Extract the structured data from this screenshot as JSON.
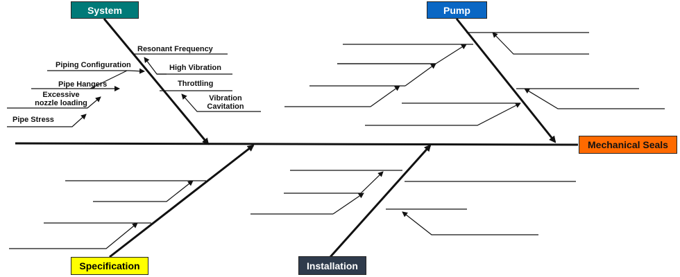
{
  "effect": {
    "label": "Mechanical Seals",
    "color": "#ff6a00"
  },
  "categories": {
    "system": {
      "label": "System",
      "color": "#007a78",
      "text_color": "#ffffff"
    },
    "pump": {
      "label": "Pump",
      "color": "#0a67c4",
      "text_color": "#ffffff"
    },
    "specification": {
      "label": "Specification",
      "color": "#ffff00",
      "text_color": "#000000"
    },
    "installation": {
      "label": "Installation",
      "color": "#2f3b4c",
      "text_color": "#ffffff"
    }
  },
  "causes": {
    "system": {
      "resonant_frequency": "Resonant Frequency",
      "high_vibration": "High Vibration",
      "piping_configuration": "Piping Configuration",
      "throttling": "Throttling",
      "pipe_hangers": "Pipe Hangers",
      "excessive_nozzle_loading_line1": "Excessive",
      "excessive_nozzle_loading_line2": "nozzle loading",
      "vibration_cavitation_line1": "Vibration",
      "vibration_cavitation_line2": "Cavitation",
      "pipe_stress": "Pipe Stress"
    }
  }
}
